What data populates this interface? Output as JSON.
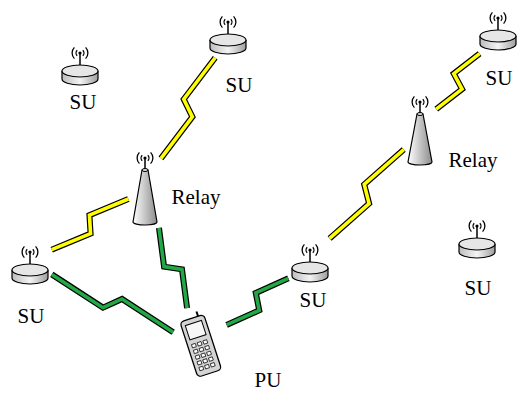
{
  "diagram": {
    "nodes": [
      {
        "text": [
          "SU"
        ]
      },
      {
        "text": [
          "SU"
        ]
      },
      {
        "text": [
          "SU"
        ]
      },
      {
        "text": [
          "Relay"
        ]
      },
      {
        "text": [
          "Relay"
        ]
      },
      {
        "text": [
          "SU"
        ]
      },
      {
        "text": [
          "SU"
        ]
      },
      {
        "text": [
          "SU"
        ]
      },
      {
        "text": [
          "PU"
        ]
      }
    ],
    "edges": [
      {
        "from": 1,
        "to": 3,
        "arrow": "none"
      },
      {
        "from": 3,
        "to": 5,
        "arrow": "none"
      },
      {
        "from": 6,
        "to": 4,
        "arrow": "none"
      },
      {
        "from": 4,
        "to": 2,
        "arrow": "none"
      },
      {
        "from": 5,
        "to": 8,
        "arrow": "none"
      },
      {
        "from": 3,
        "to": 8,
        "arrow": "none"
      },
      {
        "from": 6,
        "to": 8,
        "arrow": "none"
      }
    ]
  }
}
